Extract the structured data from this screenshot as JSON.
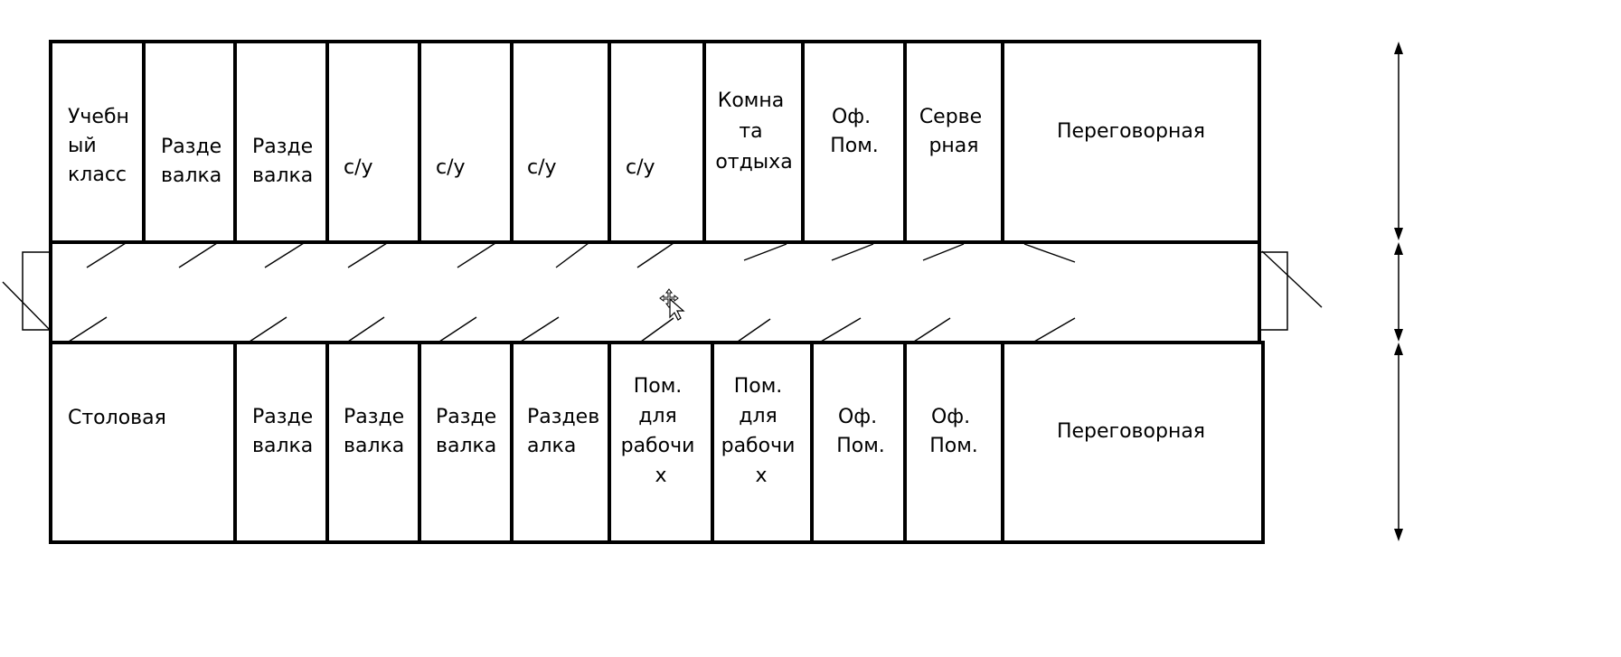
{
  "top_rooms": [
    {
      "name": "Учебный класс",
      "lines": [
        "Учебн",
        "ый",
        "класс"
      ]
    },
    {
      "name": "Раздевалка",
      "lines": [
        "Разде",
        "валка"
      ]
    },
    {
      "name": "Раздевалка",
      "lines": [
        "Разде",
        "валка"
      ]
    },
    {
      "name": "с/у",
      "lines": [
        "с/у"
      ]
    },
    {
      "name": "с/у",
      "lines": [
        "с/у"
      ]
    },
    {
      "name": "с/у",
      "lines": [
        "с/у"
      ]
    },
    {
      "name": "с/у",
      "lines": [
        "с/у"
      ]
    },
    {
      "name": "Комната отдыха",
      "lines": [
        "Комна",
        "та",
        "отдыха"
      ]
    },
    {
      "name": "Оф. Пом.",
      "lines": [
        "Оф.",
        "Пом."
      ]
    },
    {
      "name": "Серверная",
      "lines": [
        "Серве",
        "рная"
      ]
    },
    {
      "name": "Переговорная",
      "lines": [
        "Переговорная"
      ]
    }
  ],
  "bottom_rooms": [
    {
      "name": "Столовая",
      "lines": [
        "Столовая"
      ]
    },
    {
      "name": "Раздевалка",
      "lines": [
        "Разде",
        "валка"
      ]
    },
    {
      "name": "Раздевалка",
      "lines": [
        "Разде",
        "валка"
      ]
    },
    {
      "name": "Раздевалка",
      "lines": [
        "Разде",
        "валка"
      ]
    },
    {
      "name": "Раздевалка",
      "lines": [
        "Раздев",
        "алка"
      ]
    },
    {
      "name": "Пом. для рабочих",
      "lines": [
        "Пом.",
        "для",
        "рабочи",
        "х"
      ]
    },
    {
      "name": "Пом. для рабочих",
      "lines": [
        "Пом.",
        "для",
        "рабочи",
        "х"
      ]
    },
    {
      "name": "Оф. Пом.",
      "lines": [
        "Оф.",
        "Пом."
      ]
    },
    {
      "name": "Оф. Пом.",
      "lines": [
        "Оф.",
        "Пом."
      ]
    },
    {
      "name": "Переговорная",
      "lines": [
        "Переговорная"
      ]
    }
  ],
  "icons": {
    "move_cursor": "move-cursor-icon",
    "arrow_up": "arrow-up-icon",
    "arrow_down": "arrow-down-icon"
  },
  "colors": {
    "line": "#000000",
    "background": "#ffffff"
  }
}
